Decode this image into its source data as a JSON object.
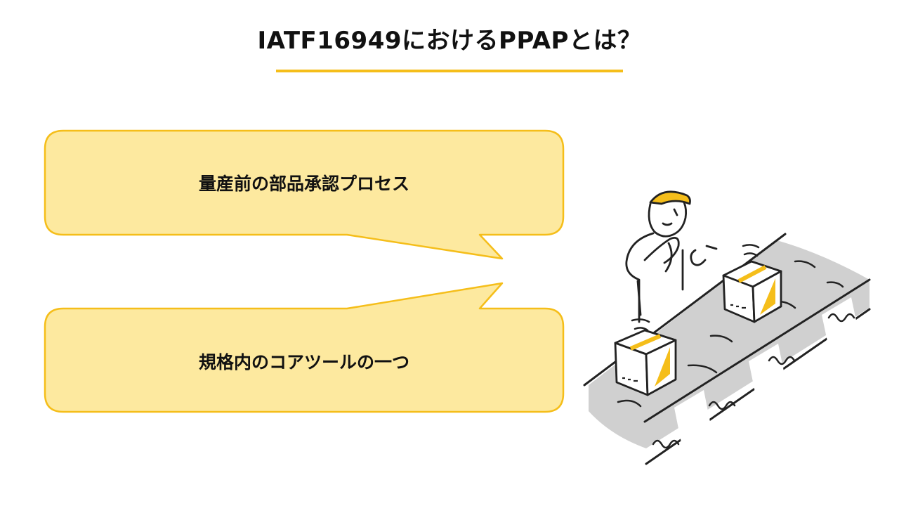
{
  "title": "IATF16949におけるPPAPとは？",
  "bubbles": [
    {
      "text": "量産前の部品承認プロセス"
    },
    {
      "text": "規格内のコアツールの一つ"
    }
  ],
  "colors": {
    "accent": "#f5be1a",
    "bubble_fill": "#fde99f",
    "bubble_border": "#f5be1a",
    "belt_gray": "#d0d0d0",
    "ink": "#222222"
  },
  "illustration": {
    "subject": "worker-inspecting-boxes-on-conveyor-belt"
  }
}
